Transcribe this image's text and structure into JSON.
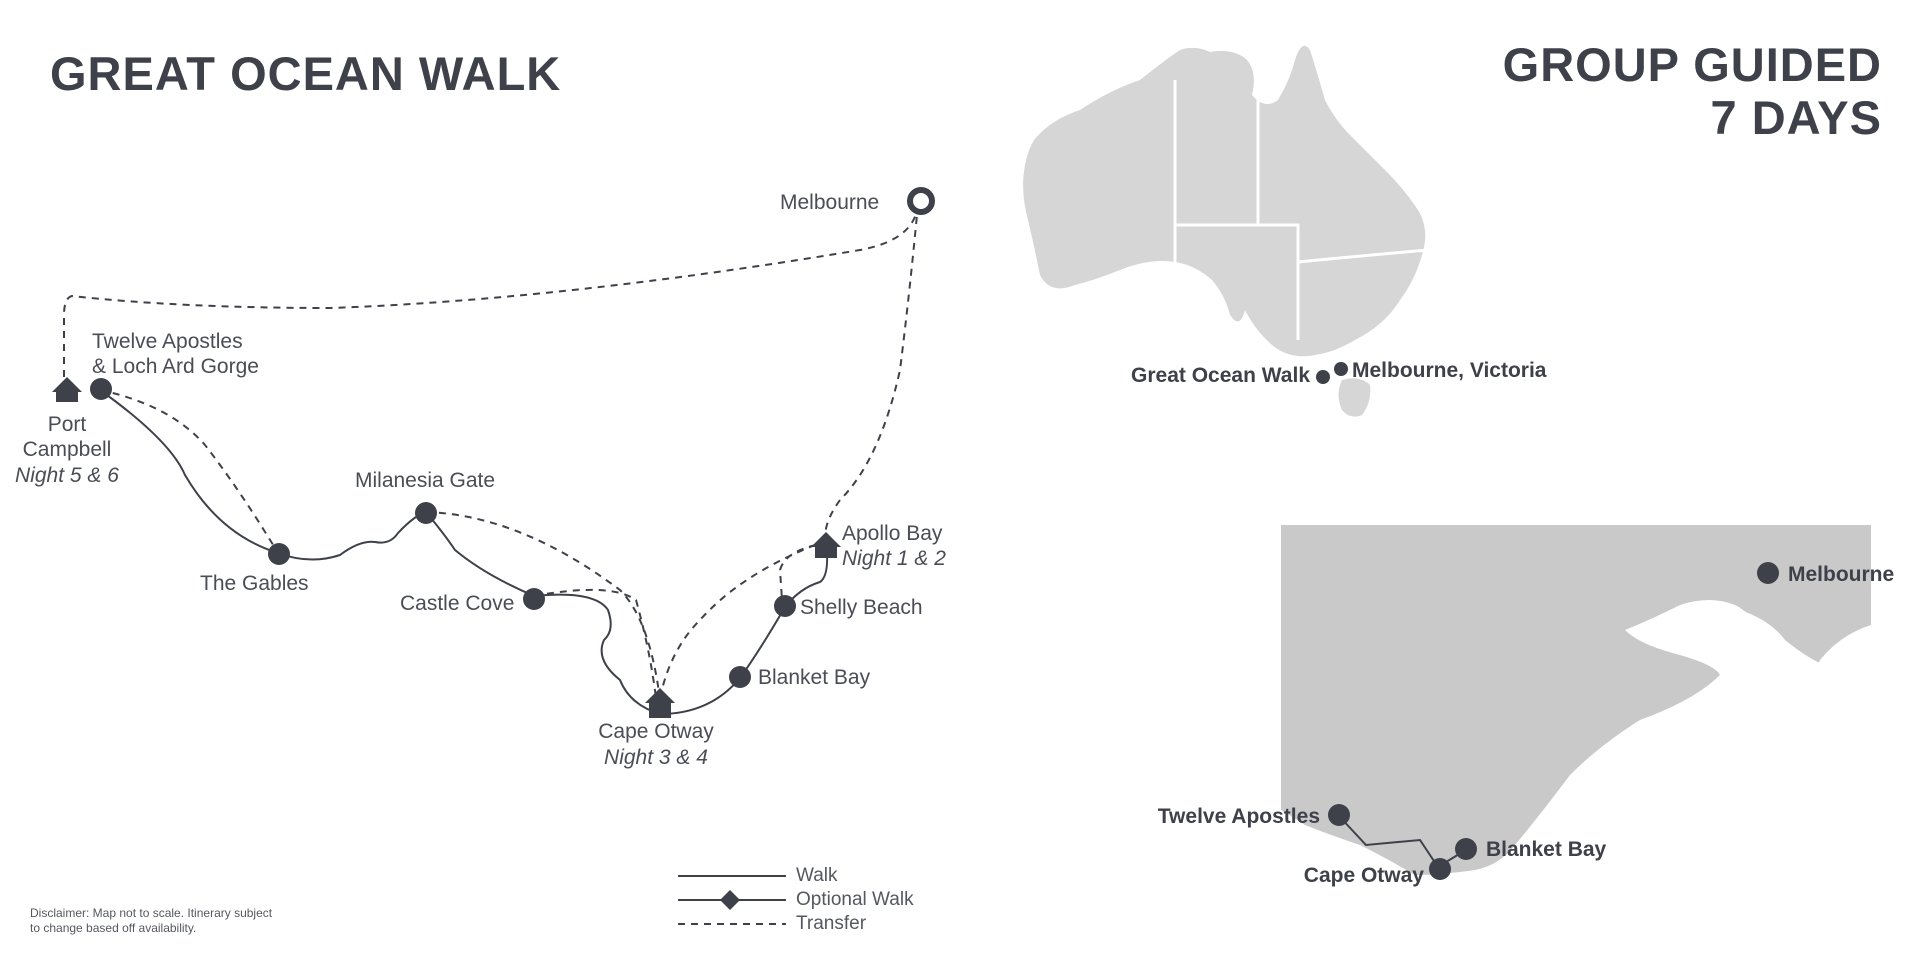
{
  "header": {
    "title": "GREAT OCEAN WALK",
    "subtitle_line1": "GROUP GUIDED",
    "subtitle_line2": "7 DAYS"
  },
  "route_map": {
    "melbourne": "Melbourne",
    "twelve_apostles_line1": "Twelve Apostles",
    "twelve_apostles_line2": "& Loch Ard Gorge",
    "port_campbell_line1": "Port",
    "port_campbell_line2": "Campbell",
    "port_campbell_night": "Night 5 & 6",
    "the_gables": "The Gables",
    "milanesia_gate": "Milanesia Gate",
    "castle_cove": "Castle Cove",
    "cape_otway": "Cape Otway",
    "cape_otway_night": "Night 3 & 4",
    "blanket_bay": "Blanket Bay",
    "shelly_beach": "Shelly Beach",
    "apollo_bay": "Apollo Bay",
    "apollo_bay_night": "Night 1 & 2"
  },
  "australia_map": {
    "great_ocean_walk": "Great Ocean Walk",
    "melbourne_victoria": "Melbourne, Victoria"
  },
  "regional_map": {
    "melbourne": "Melbourne",
    "twelve_apostles": "Twelve Apostles",
    "cape_otway": "Cape Otway",
    "blanket_bay": "Blanket Bay"
  },
  "legend": {
    "walk": "Walk",
    "optional_walk": "Optional Walk",
    "transfer": "Transfer"
  },
  "disclaimer": {
    "line1": "Disclaimer: Map not to scale. Itinerary subject",
    "line2": "to change based off availability."
  },
  "colors": {
    "ink": "#3e4149",
    "land": "#d6d6d6",
    "regional_land": "#c9c9c9"
  }
}
